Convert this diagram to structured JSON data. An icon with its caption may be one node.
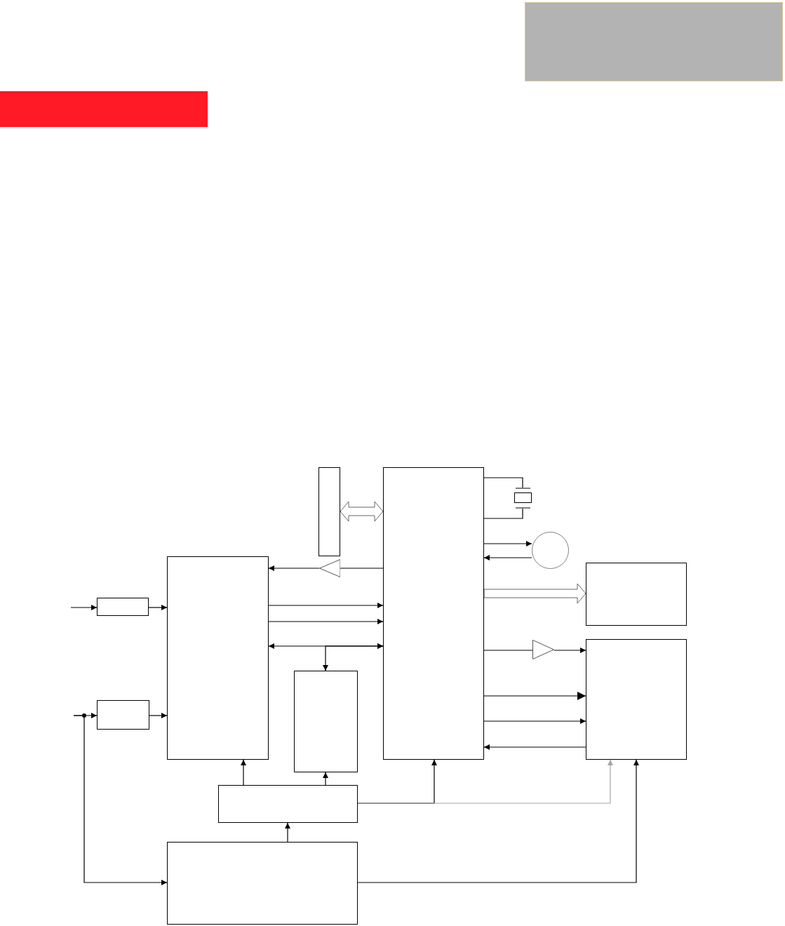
{
  "diagram": {
    "nodes": [
      {
        "text": [],
        "shape": "box"
      },
      {
        "text": [],
        "shape": "box"
      },
      {
        "text": [],
        "shape": "box"
      },
      {
        "text": [],
        "shape": "box"
      },
      {
        "text": [],
        "shape": "box"
      },
      {
        "text": [],
        "shape": "box"
      },
      {
        "text": [],
        "shape": "box"
      },
      {
        "text": [],
        "shape": "box"
      },
      {
        "text": [],
        "shape": "crystal"
      },
      {
        "text": [],
        "shape": "circle"
      },
      {
        "text": [],
        "shape": "box"
      },
      {
        "text": [],
        "shape": "box"
      },
      {
        "text": [],
        "shape": "triangle"
      },
      {
        "text": [],
        "shape": "triangle"
      },
      {
        "text": [],
        "shape": "box"
      },
      {
        "text": [],
        "shape": "bar"
      }
    ],
    "edges": [
      {
        "from": null,
        "to": 0,
        "arrow": "to"
      },
      {
        "from": 0,
        "to": 2,
        "arrow": "to"
      },
      {
        "from": null,
        "to": 1,
        "arrow": "to"
      },
      {
        "from": null,
        "to": 7,
        "arrow": "to"
      },
      {
        "from": 1,
        "to": 2,
        "arrow": "to"
      },
      {
        "from": 3,
        "to": 4,
        "arrow": "both",
        "style": "thick"
      },
      {
        "from": 4,
        "to": 12,
        "arrow": "none"
      },
      {
        "from": 12,
        "to": 2,
        "arrow": "to"
      },
      {
        "from": 2,
        "to": 4,
        "arrow": "to"
      },
      {
        "from": 2,
        "to": 4,
        "arrow": "to"
      },
      {
        "from": 2,
        "to": 4,
        "arrow": "both"
      },
      {
        "from": 4,
        "to": 5,
        "arrow": "both"
      },
      {
        "from": 4,
        "to": 8,
        "arrow": "none"
      },
      {
        "from": 4,
        "to": 8,
        "arrow": "none"
      },
      {
        "from": 4,
        "to": 9,
        "arrow": "to"
      },
      {
        "from": 9,
        "to": 4,
        "arrow": "to"
      },
      {
        "from": 4,
        "to": 10,
        "arrow": "to",
        "style": "thick"
      },
      {
        "from": 4,
        "to": 13,
        "arrow": "none"
      },
      {
        "from": 13,
        "to": 11,
        "arrow": "to"
      },
      {
        "from": 4,
        "to": 11,
        "arrow": "to"
      },
      {
        "from": 4,
        "to": 11,
        "arrow": "to"
      },
      {
        "from": 11,
        "to": 4,
        "arrow": "to"
      },
      {
        "from": 6,
        "to": 2,
        "arrow": "to"
      },
      {
        "from": 6,
        "to": 5,
        "arrow": "to"
      },
      {
        "from": 6,
        "to": 4,
        "arrow": "to"
      },
      {
        "from": 6,
        "to": 11,
        "arrow": "to",
        "color": "#a6a6a6"
      },
      {
        "from": 7,
        "to": 6,
        "arrow": "to"
      },
      {
        "from": 7,
        "to": 11,
        "arrow": "to"
      }
    ]
  }
}
